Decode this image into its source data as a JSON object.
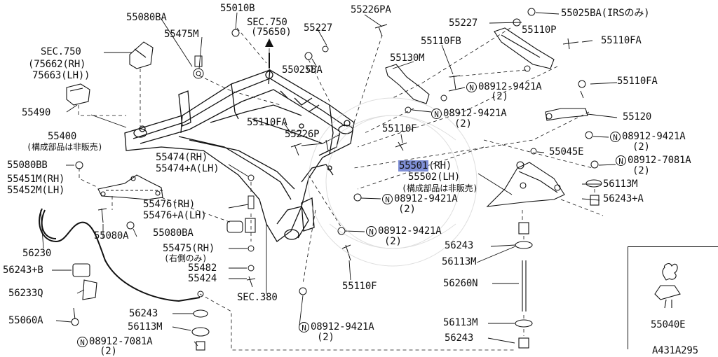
{
  "diagram": {
    "figure_id": "A431A295",
    "circled_letter": "N",
    "labels": {
      "p55080BA_top": "55080BA",
      "p55010B": "55010B",
      "sec750_a": "SEC.750",
      "sec750_a_sub": "(75650)",
      "p55226PA": "55226PA",
      "p55025BA_irs": "55025BA(IRSのみ)",
      "p55475M": "55475M",
      "p55227_top": "55227",
      "p55227_right": "55227",
      "p55110P": "55110P",
      "sec750_b": "SEC.750",
      "sec750_b_rh": "(75662(RH)",
      "sec750_b_lh": "75663(LH))",
      "p55110FB": "55110FB",
      "p55110FA_right": "55110FA",
      "p55025BA_mid": "55025BA",
      "p55130M": "55130M",
      "p55110FA_mid": "55110FA",
      "n08912_9421A_1": "08912-9421A",
      "n08912_9421A_1_qty": "(2)",
      "n08912_9421A_2": "08912-9421A",
      "n08912_9421A_2_qty": "(2)",
      "p55490": "55490",
      "p55120": "55120",
      "p55110FA_center": "55110FA",
      "p55226P": "55226P",
      "p55110F_top": "55110F",
      "p55400": "55400",
      "p55400_note": "(構成部品は非販売)",
      "n08912_9421A_3": "08912-9421A",
      "n08912_9421A_3_qty": "(2)",
      "p55045E": "55045E",
      "p55080BB": "55080BB",
      "p55474_rh": "55474(RH)",
      "p55474_lh": "55474+A(LH)",
      "p55501_hl": "55501",
      "p55501_rh": "(RH)",
      "p55502_lh": "55502(LH)",
      "p55501_note": "(構成部品は非販売)",
      "n08912_7081A_1": "08912-7081A",
      "n08912_7081A_1_qty": "(2)",
      "p55451M": "55451M(RH)",
      "p55452M": "55452M(LH)",
      "p56113M_right": "56113M",
      "p55476_rh": "55476(RH)",
      "p55476_lh": "55476+A(LH)",
      "n08912_9421A_4": "08912-9421A",
      "n08912_9421A_4_qty": "(2)",
      "p56243A_right": "56243+A",
      "p55080A": "55080A",
      "p55080BA_low": "55080BA",
      "n08912_9421A_5": "08912-9421A",
      "n08912_9421A_5_qty": "(2)",
      "p56230": "56230",
      "p55475_rh": "55475(RH)",
      "p55475_note": "(右側のみ)",
      "p56243_mid": "56243",
      "p56113M_mid": "56113M",
      "p56243B": "56243+B",
      "p55482": "55482",
      "p55424": "55424",
      "p56233Q": "56233Q",
      "p56260N": "56260N",
      "p55110F_low": "55110F",
      "sec380": "SEC.380",
      "p55060A": "55060A",
      "p56243_low": "56243",
      "p56113M_low": "56113M",
      "n08912_9421A_6": "08912-9421A",
      "n08912_9421A_6_qty": "(2)",
      "p56113M_bottom": "56113M",
      "p56243_bottom": "56243",
      "n08912_7081A_2": "08912-7081A",
      "n08912_7081A_2_qty": "(2)",
      "p55040E": "55040E"
    }
  }
}
